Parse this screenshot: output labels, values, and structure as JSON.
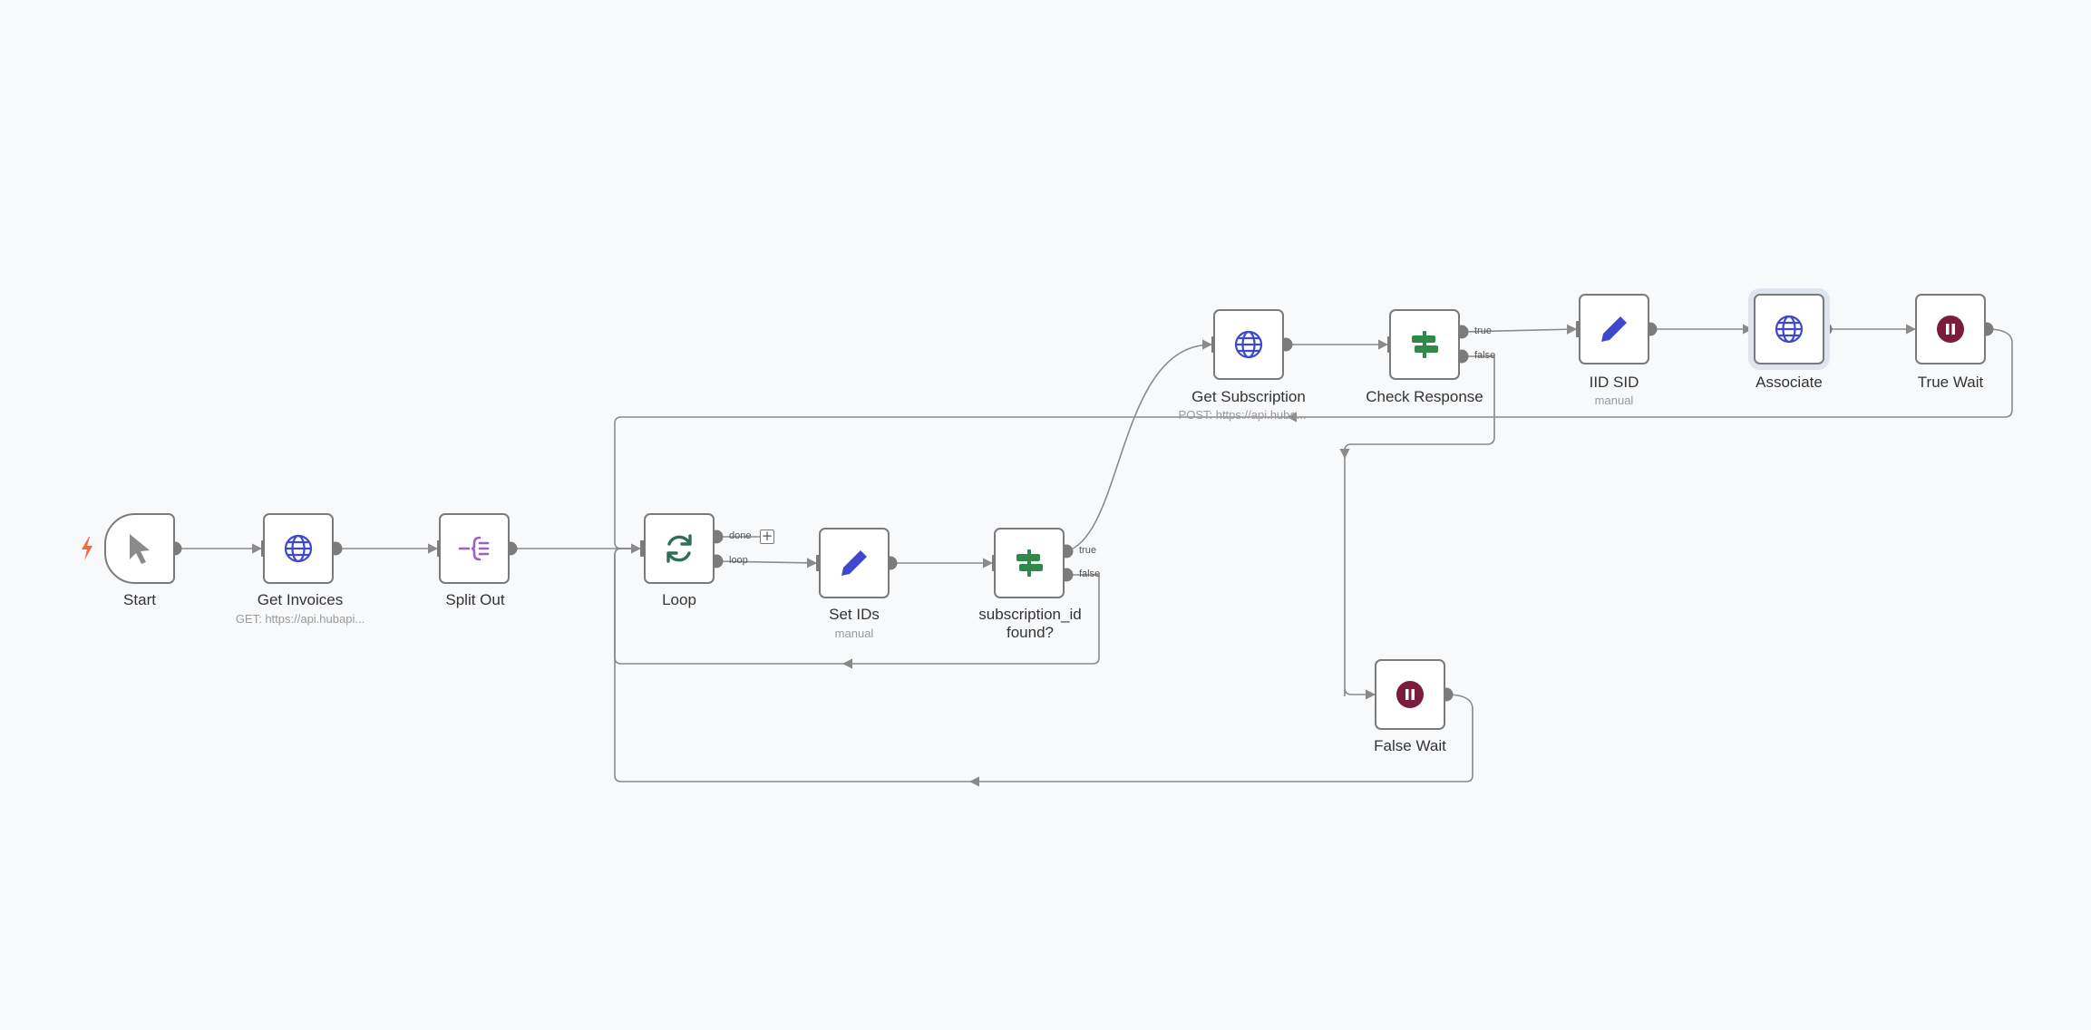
{
  "nodes": {
    "start": {
      "label": "Start",
      "icon": "mouse-pointer-icon"
    },
    "get_invoices": {
      "label": "Get Invoices",
      "subtitle": "GET: https://api.hubapi...",
      "icon": "globe-icon"
    },
    "split_out": {
      "label": "Split Out",
      "icon": "split-out-icon"
    },
    "loop": {
      "label": "Loop",
      "icon": "refresh-icon",
      "ports": {
        "done": "done",
        "loop": "loop"
      }
    },
    "set_ids": {
      "label": "Set IDs",
      "subtitle": "manual",
      "icon": "pencil-icon"
    },
    "subscription_found": {
      "label_line1": "subscription_id",
      "label_line2": "found?",
      "icon": "signpost-icon",
      "ports": {
        "true": "true",
        "false": "false"
      }
    },
    "get_subscription": {
      "label": "Get Subscription",
      "subtitle": "POST: https://api.huba...",
      "icon": "globe-icon"
    },
    "check_response": {
      "label": "Check Response",
      "icon": "signpost-icon",
      "ports": {
        "true": "true",
        "false": "false"
      }
    },
    "iid_sid": {
      "label": "IID SID",
      "subtitle": "manual",
      "icon": "pencil-icon"
    },
    "associate": {
      "label": "Associate",
      "icon": "globe-icon"
    },
    "true_wait": {
      "label": "True Wait",
      "icon": "pause-icon"
    },
    "false_wait": {
      "label": "False Wait",
      "icon": "pause-icon"
    }
  },
  "add_button_label": "+",
  "colors": {
    "http": "#3f48cc",
    "set": "#3f48cc",
    "if": "#2f8a4a",
    "loop": "#2e6f57",
    "split": "#9a60c4",
    "wait": "#7a1c3a",
    "trigger": "#ee6a45",
    "wire": "#8a8a8a"
  }
}
